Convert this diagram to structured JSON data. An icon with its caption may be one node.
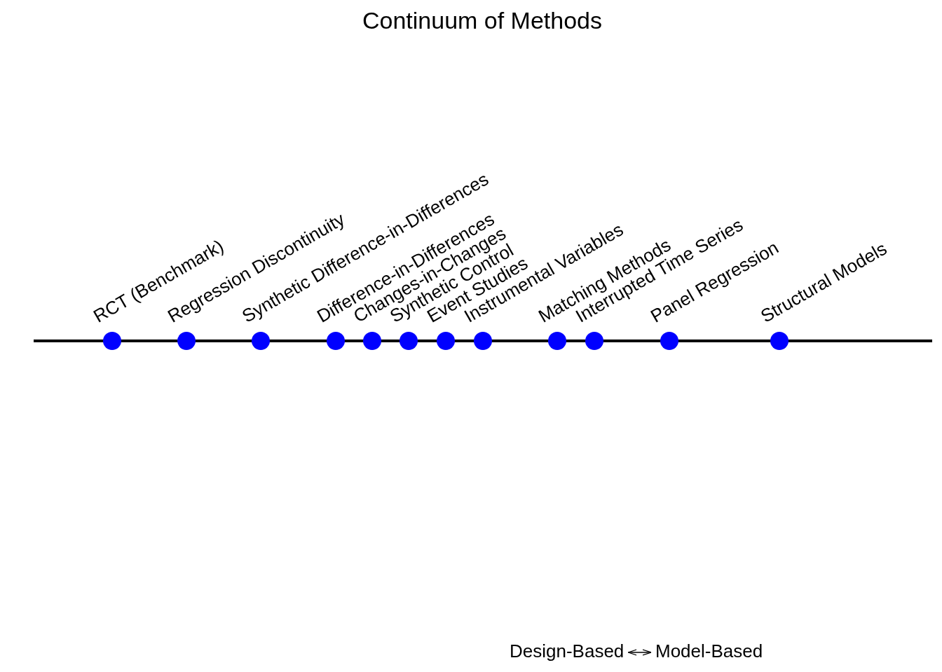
{
  "diagram": {
    "title": "Continuum of Methods",
    "nodes": [
      {
        "text": [],
        "shape": "circle",
        "beside": [
          "RCT (Benchmark)"
        ]
      },
      {
        "text": [],
        "shape": "circle",
        "beside": [
          "Regression Discontinuity"
        ]
      },
      {
        "text": [],
        "shape": "circle",
        "beside": [
          "Synthetic Difference-in-Differences"
        ]
      },
      {
        "text": [],
        "shape": "circle",
        "beside": [
          "Difference-in-Differences"
        ]
      },
      {
        "text": [],
        "shape": "circle",
        "beside": [
          "Changes-in-Changes"
        ]
      },
      {
        "text": [],
        "shape": "circle",
        "beside": [
          "Synthetic Control"
        ]
      },
      {
        "text": [],
        "shape": "circle",
        "beside": [
          "Event Studies"
        ]
      },
      {
        "text": [],
        "shape": "circle",
        "beside": [
          "Instrumental Variables"
        ]
      },
      {
        "text": [],
        "shape": "circle",
        "beside": [
          "Matching Methods"
        ]
      },
      {
        "text": [],
        "shape": "circle",
        "beside": [
          "Interrupted Time Series"
        ]
      },
      {
        "text": [],
        "shape": "circle",
        "beside": [
          "Panel Regression"
        ]
      },
      {
        "text": [],
        "shape": "circle",
        "beside": [
          "Structural Models"
        ]
      },
      {
        "text": [
          "Design-Based"
        ]
      },
      {
        "text": [
          "Model-Based"
        ]
      }
    ],
    "edges": [
      {
        "from": 12,
        "to": 13,
        "arrow": "both"
      }
    ]
  }
}
